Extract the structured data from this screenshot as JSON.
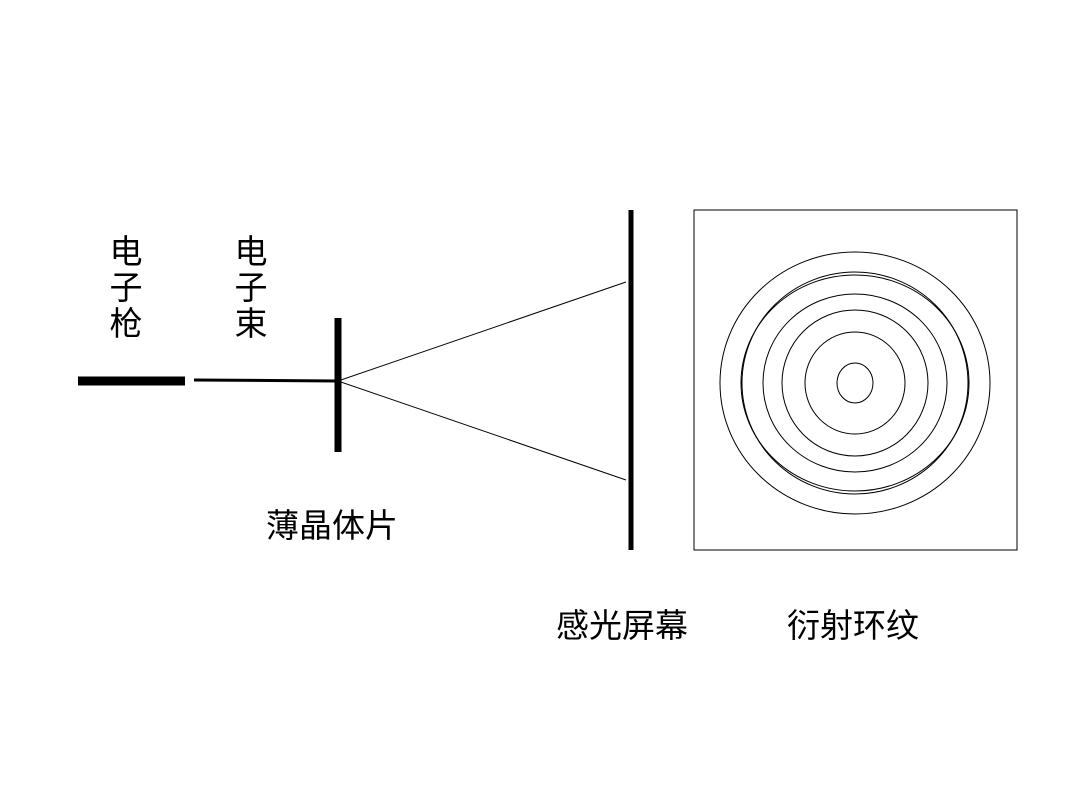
{
  "labels": {
    "electron_gun": "电子枪",
    "electron_beam": "电子束",
    "thin_crystal": "薄晶体片",
    "photosensitive_screen": "感光屏幕",
    "diffraction_rings": "衍射环纹"
  },
  "colors": {
    "stroke": "#000000",
    "background": "#ffffff"
  },
  "diffraction_ring_count": 7
}
